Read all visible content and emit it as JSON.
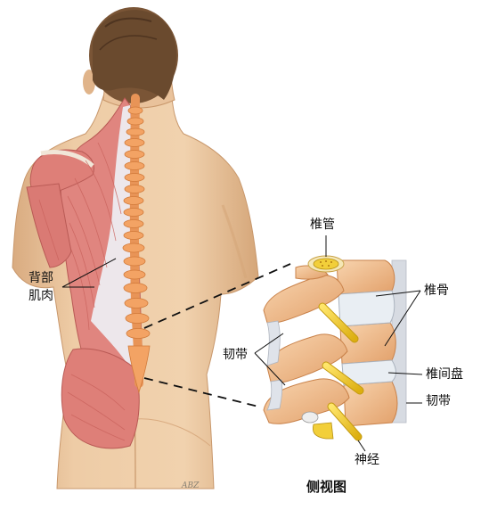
{
  "labels": {
    "back_muscles_line1": "背部",
    "back_muscles_line2": "肌肉",
    "spinal_canal": "椎管",
    "vertebra": "椎骨",
    "ligament_left": "韧带",
    "intervertebral_disc": "椎间盘",
    "ligament_right": "韧带",
    "nerve": "神经",
    "side_view": "侧视图"
  },
  "signature": "ABZ",
  "colors": {
    "skin": "#eecca6",
    "skin_shadow": "#d9ab80",
    "hair": "#6a4a2e",
    "muscle": "#e0857f",
    "muscle_dark": "#c9625c",
    "tendon": "#eef0f4",
    "vertebra": "#f3c08f",
    "vertebra_shade": "#e2a06a",
    "disc": "#e9eef3",
    "nerve": "#f0c91c",
    "ligament": "#d7dbe2",
    "line": "#111111"
  }
}
